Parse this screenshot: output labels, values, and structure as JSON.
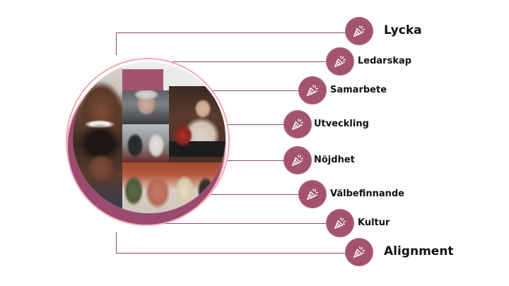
{
  "diagram": {
    "title": "",
    "center_image": {
      "description": "Circular photo collage of diverse people at work",
      "alt": "collage"
    },
    "accent_color": "#a3536f",
    "line_color": "#8e4a78",
    "items": [
      {
        "label": "Lycka",
        "icon": "party-popper-icon",
        "emphasis": "large"
      },
      {
        "label": "Ledarskap",
        "icon": "party-popper-icon",
        "emphasis": "small"
      },
      {
        "label": "Samarbete",
        "icon": "party-popper-icon",
        "emphasis": "small"
      },
      {
        "label": "Utveckling",
        "icon": "party-popper-icon",
        "emphasis": "small"
      },
      {
        "label": "Nöjdhet",
        "icon": "party-popper-icon",
        "emphasis": "small"
      },
      {
        "label": "Välbefinnande",
        "icon": "party-popper-icon",
        "emphasis": "small"
      },
      {
        "label": "Kultur",
        "icon": "party-popper-icon",
        "emphasis": "small"
      },
      {
        "label": "Alignment",
        "icon": "party-popper-icon",
        "emphasis": "large"
      }
    ]
  }
}
